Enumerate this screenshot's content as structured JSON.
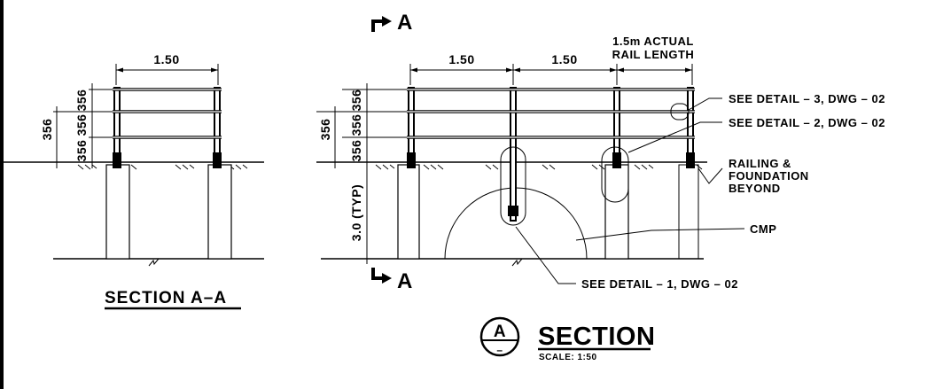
{
  "section_aa": {
    "width_dim": "1.50",
    "height_dims": [
      "356",
      "356",
      "356"
    ],
    "total_dim": "356",
    "title": "SECTION A–A"
  },
  "section_main": {
    "cut_mark_top": "A",
    "cut_mark_bottom": "A",
    "width_dims": [
      "1.50",
      "1.50"
    ],
    "rail_length_line1": "1.5m ACTUAL",
    "rail_length_line2": "RAIL LENGTH",
    "height_dims": [
      "356",
      "356",
      "356"
    ],
    "total_dim": "356",
    "depth_dim": "3.0 (TYP)"
  },
  "callouts": {
    "detail3": "SEE DETAIL – 3, DWG – 02",
    "detail2": "SEE DETAIL – 2, DWG – 02",
    "railing_line1": "RAILING &",
    "railing_line2": "FOUNDATION",
    "railing_line3": "BEYOND",
    "cmp": "CMP",
    "detail1": "SEE DETAIL – 1, DWG – 02"
  },
  "title_block": {
    "symbol_letter": "A",
    "symbol_sub": "–",
    "title": "SECTION",
    "scale": "SCALE: 1:50"
  }
}
